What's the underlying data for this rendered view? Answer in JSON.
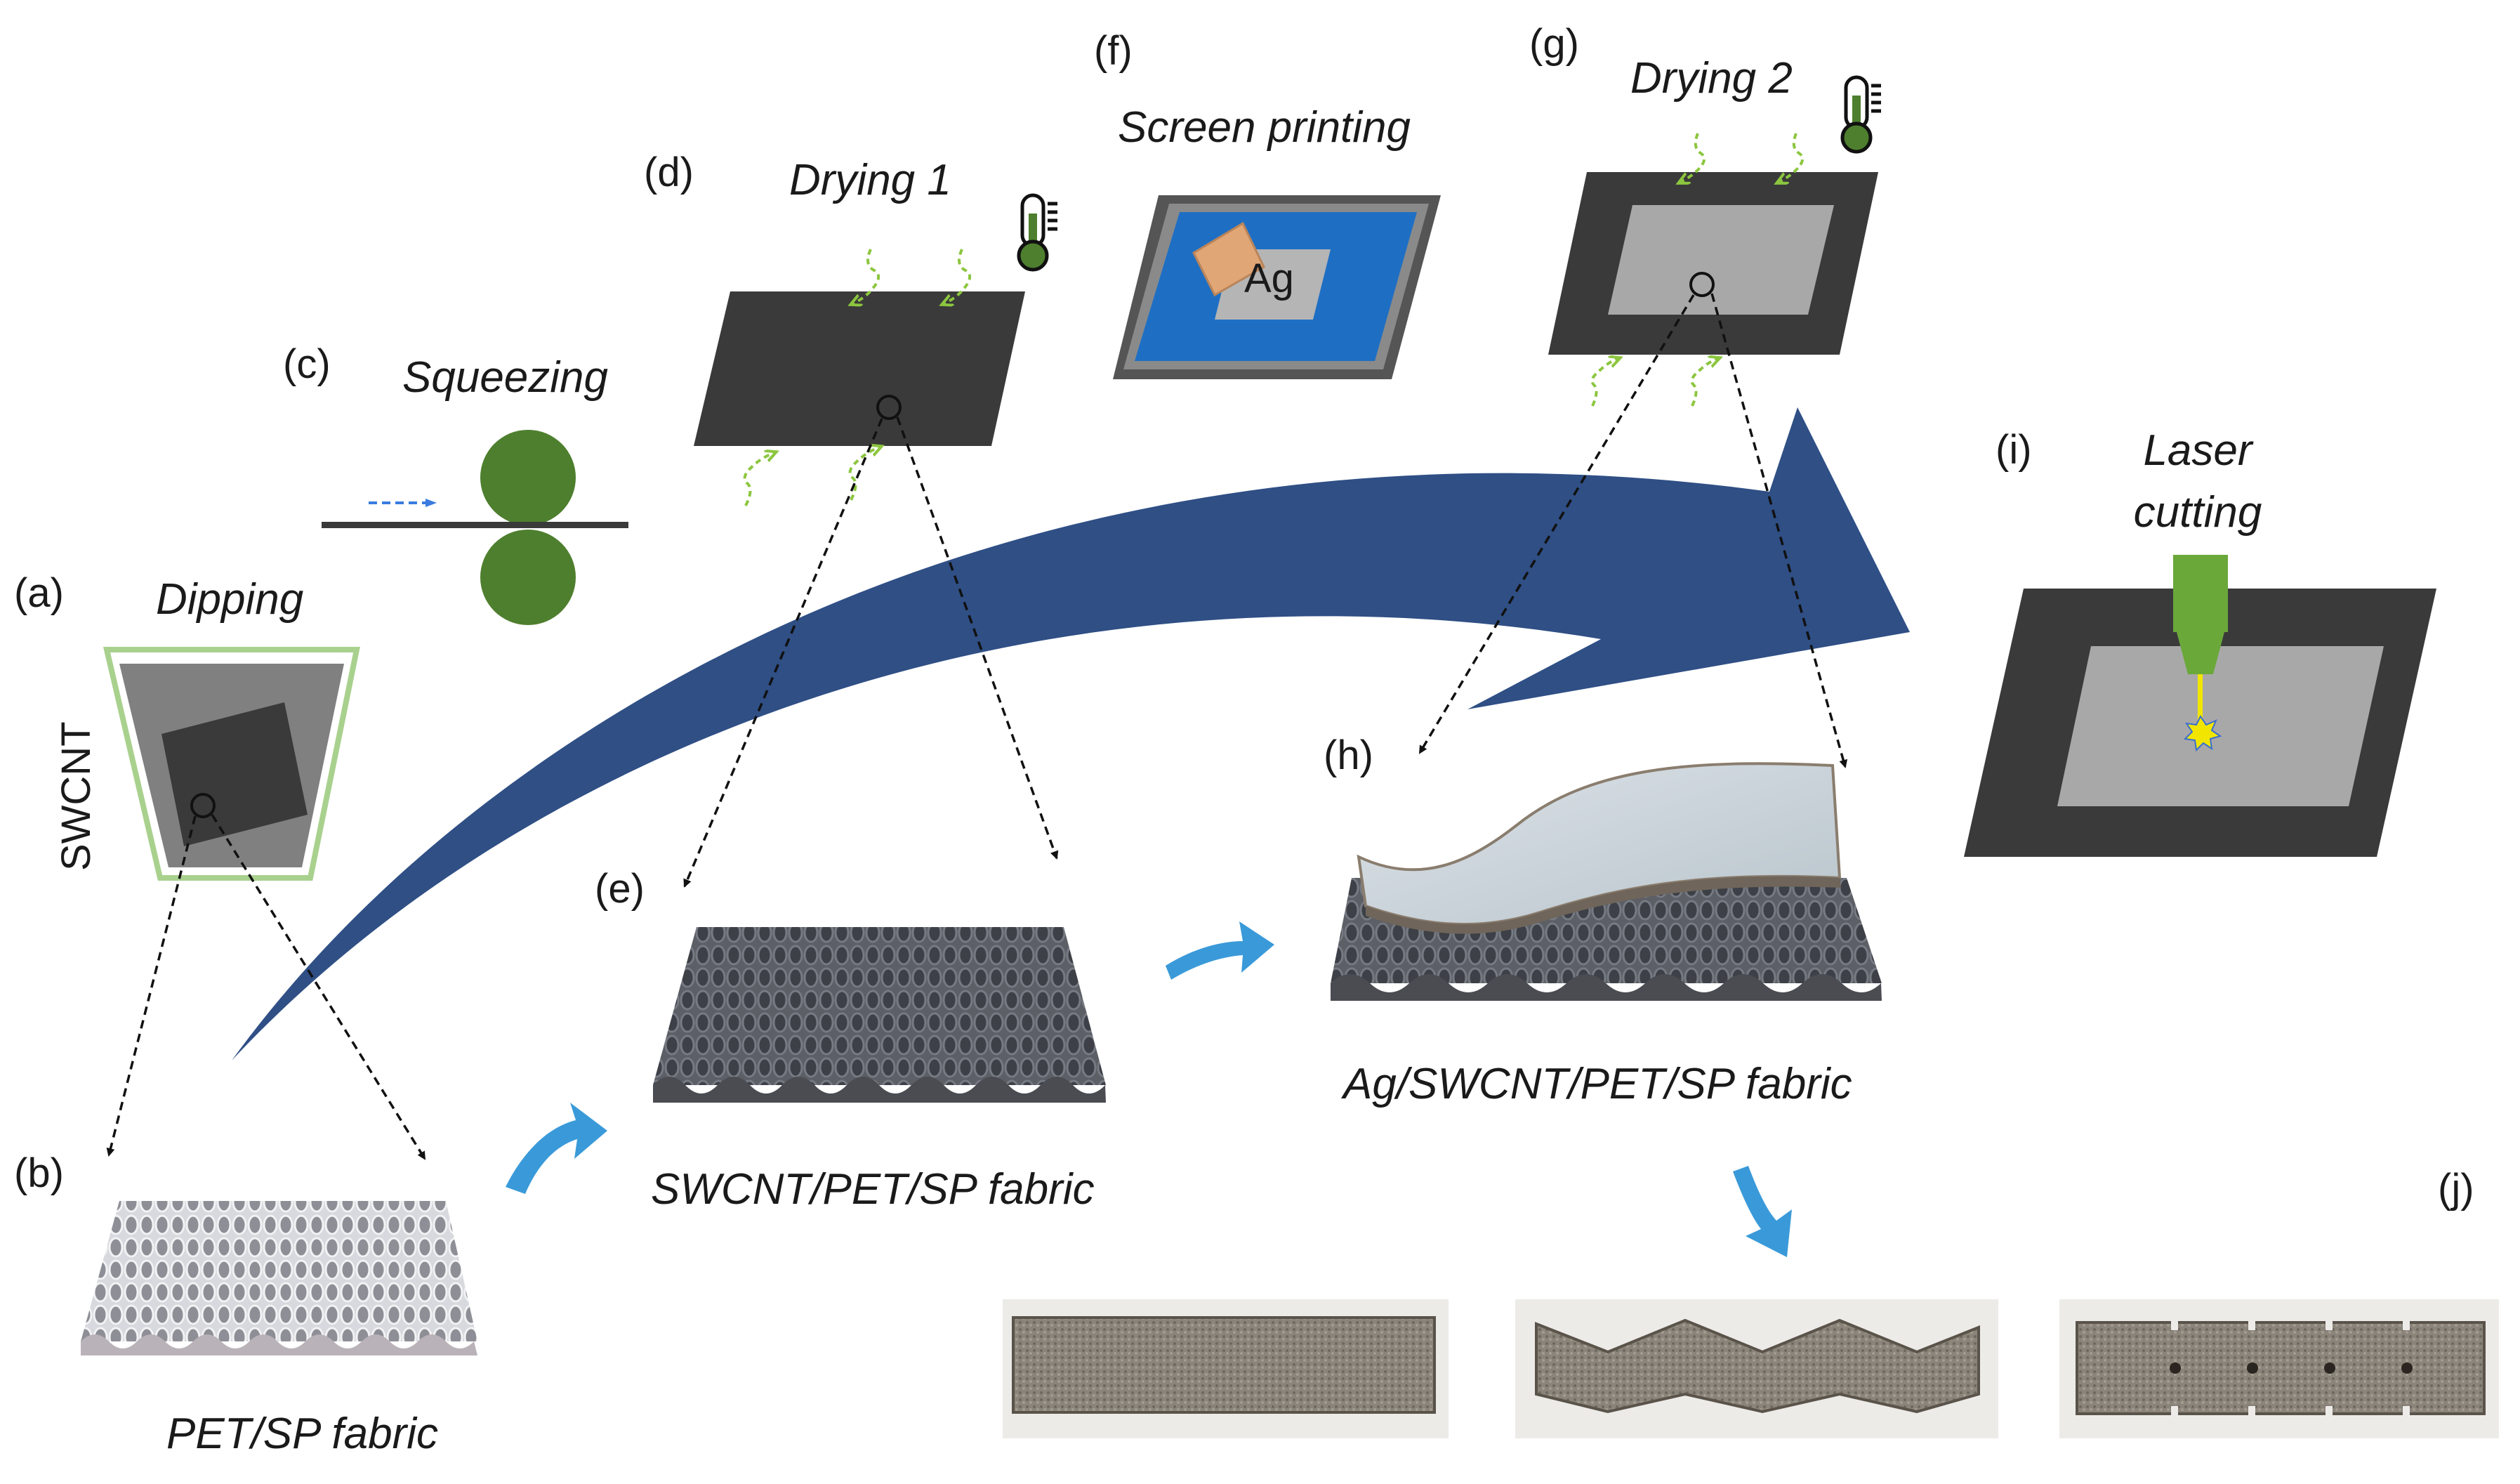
{
  "panels": {
    "a": {
      "letter": "(a)",
      "title": "Dipping",
      "side_label": "SWCNT"
    },
    "b": {
      "letter": "(b)",
      "caption": "PET/SP fabric"
    },
    "c": {
      "letter": "(c)",
      "title": "Squeezing"
    },
    "d": {
      "letter": "(d)",
      "title": "Drying 1"
    },
    "e": {
      "letter": "(e)",
      "caption": "SWCNT/PET/SP fabric"
    },
    "f": {
      "letter": "(f)",
      "title": "Screen printing",
      "ink_label": "Ag"
    },
    "g": {
      "letter": "(g)",
      "title": "Drying 2"
    },
    "h": {
      "letter": "(h)",
      "caption": "Ag/SWCNT/PET/SP fabric"
    },
    "i": {
      "letter": "(i)",
      "title_line1": "Laser",
      "title_line2": "cutting"
    },
    "j": {
      "letter": "(j)"
    }
  },
  "colors": {
    "main_arrow": "#2f4f85",
    "small_arrow": "#3a9ad9",
    "roller": "#4e7f2e",
    "sheet_dark": "#3a3a3a",
    "ag_layer": "#a8a8a8",
    "bath_border": "#a9d18e",
    "heat_arrow": "#8cc63f",
    "screen_blue": "#1e6fc4",
    "laser_nozzle": "#6aa83a",
    "laser_beam": "#f2e600"
  },
  "icons": [
    "thermometer-icon",
    "thermometer-icon",
    "wavy-heat-arrow-icon"
  ]
}
